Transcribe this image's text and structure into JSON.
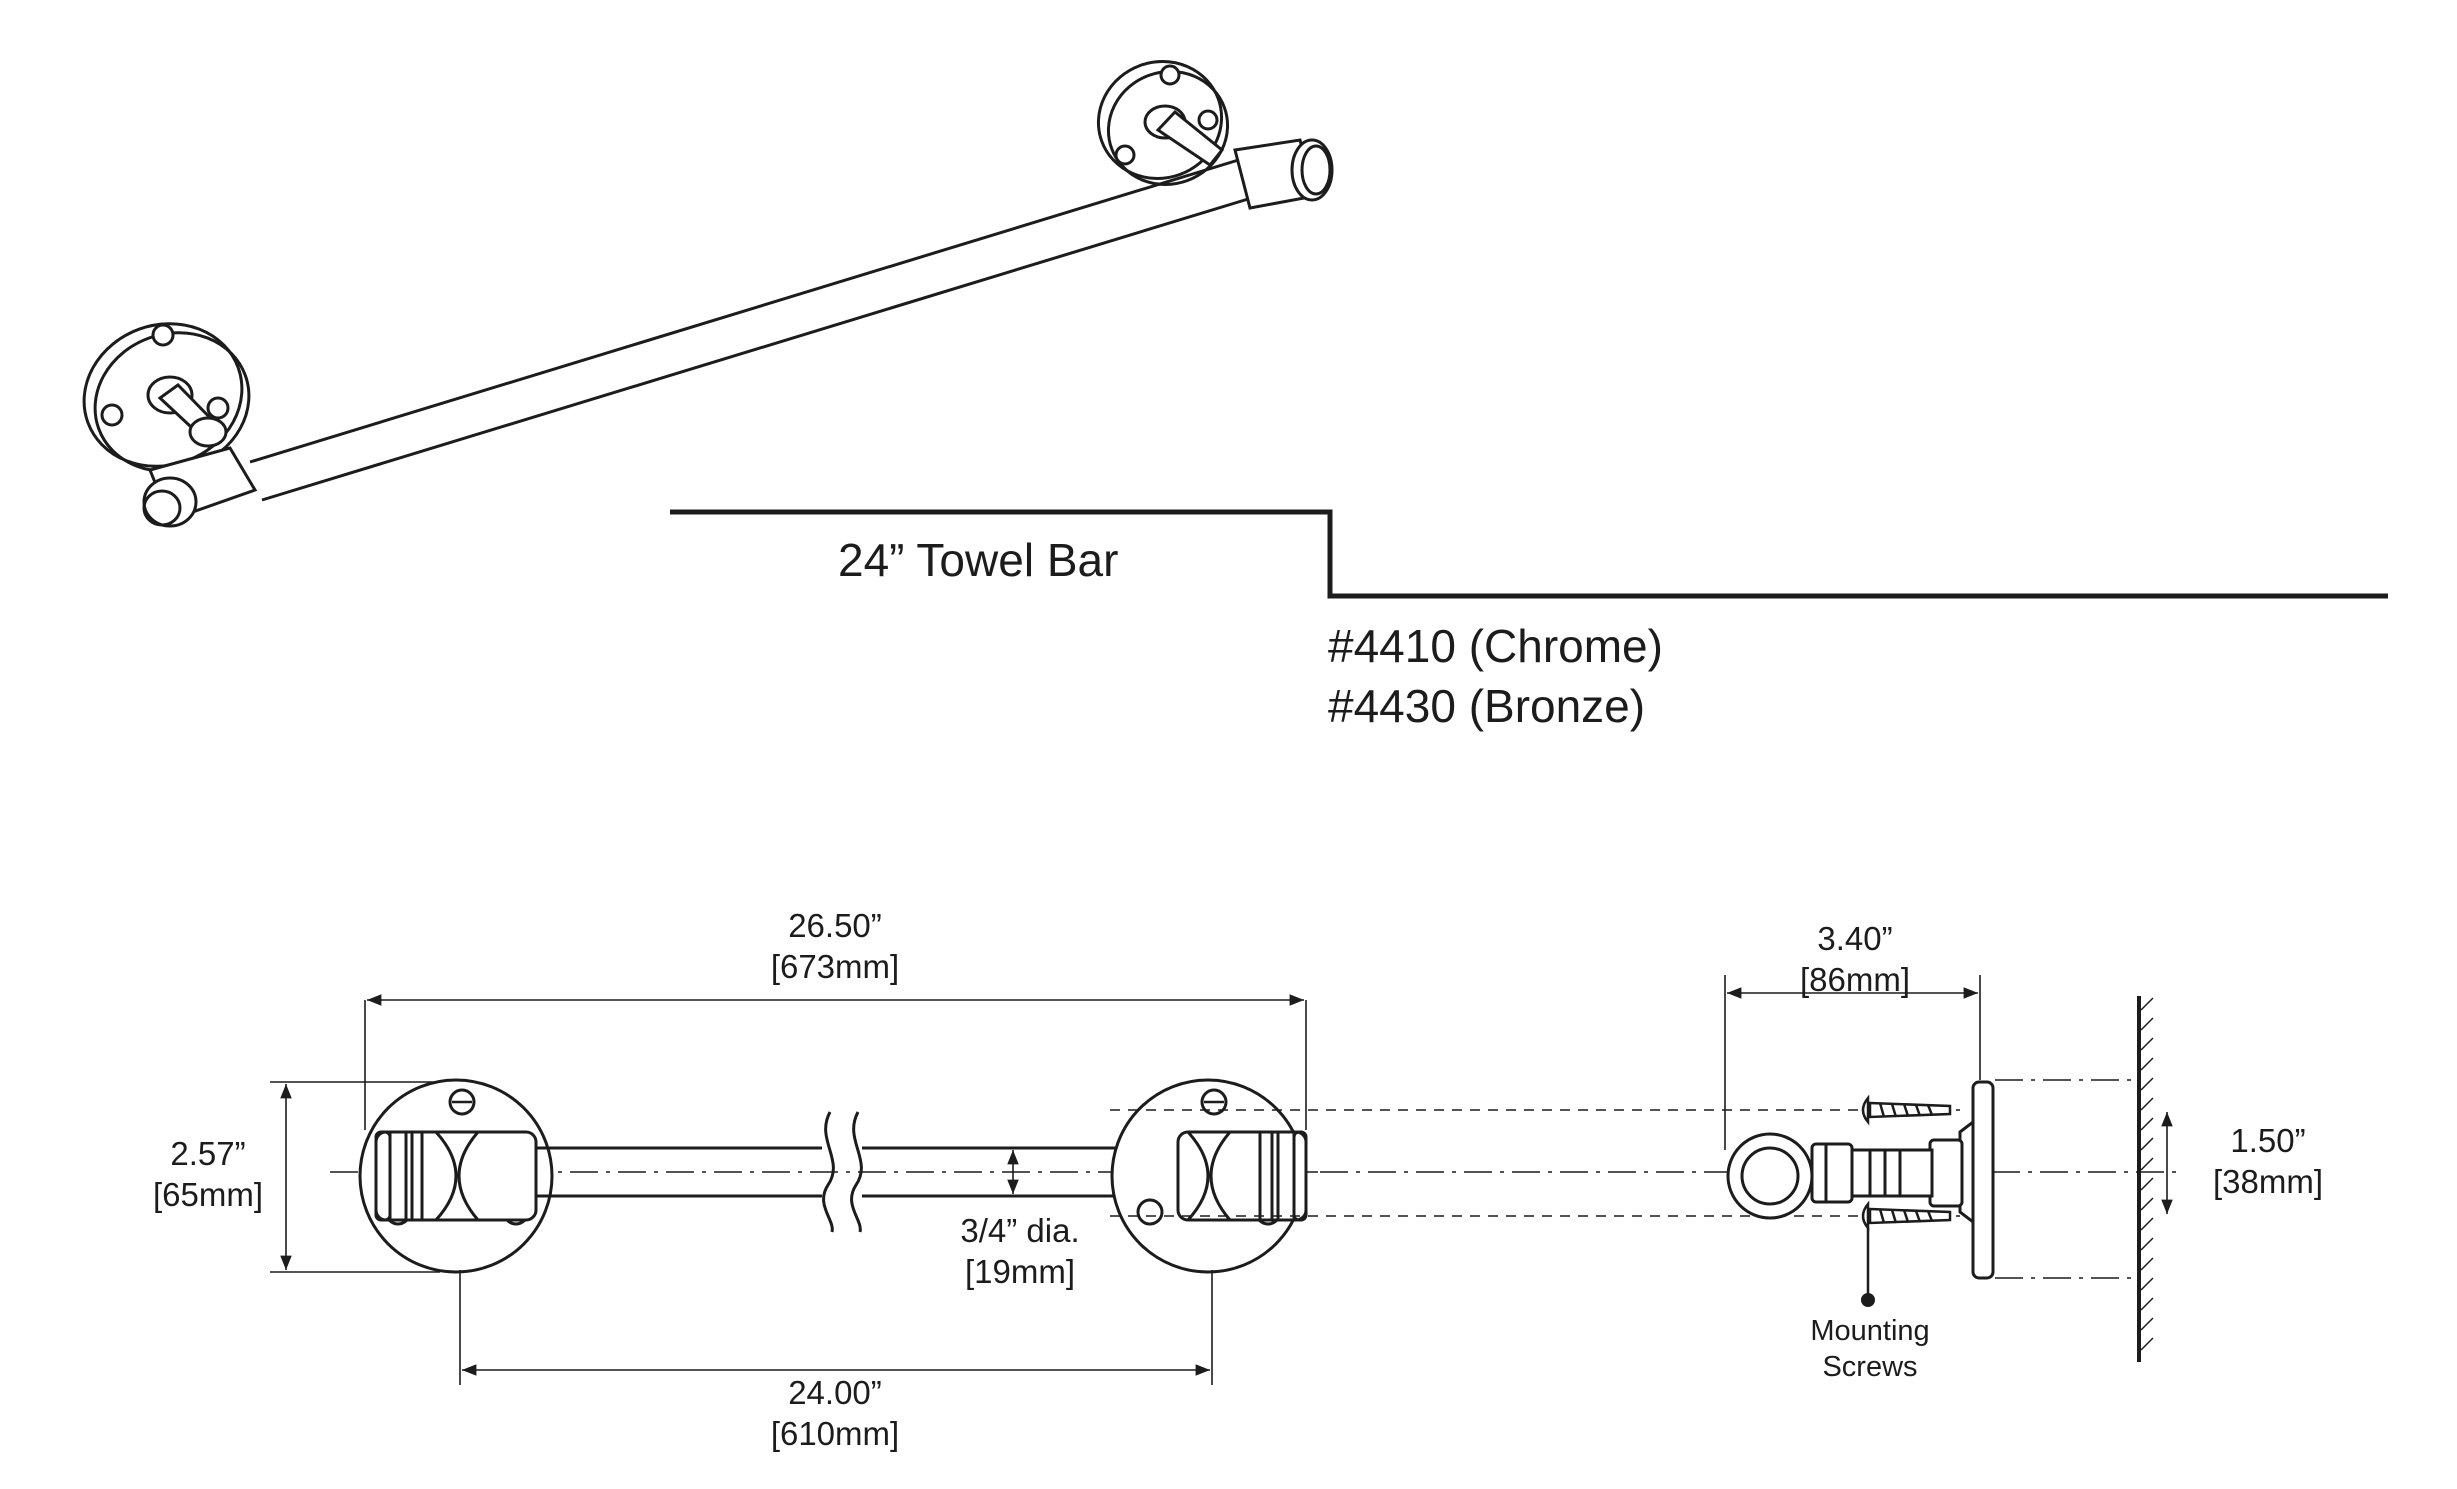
{
  "title": "24”  Towel Bar",
  "models": [
    "#4410 (Chrome)",
    "#4430 (Bronze)"
  ],
  "dimensions": {
    "overall_length": {
      "inch": "26.50”",
      "mm": "[673mm]"
    },
    "center_to_center": {
      "inch": "24.00”",
      "mm": "[610mm]"
    },
    "flange_diameter": {
      "inch": "2.57”",
      "mm": "[65mm]"
    },
    "bar_diameter": {
      "inch": "3/4” dia.",
      "mm": "[19mm]"
    },
    "projection": {
      "inch": "3.40”",
      "mm": "[86mm]"
    },
    "screw_spacing": {
      "inch": "1.50”",
      "mm": "[38mm]"
    }
  },
  "callout": {
    "line1": "Mounting",
    "line2": "Screws"
  }
}
